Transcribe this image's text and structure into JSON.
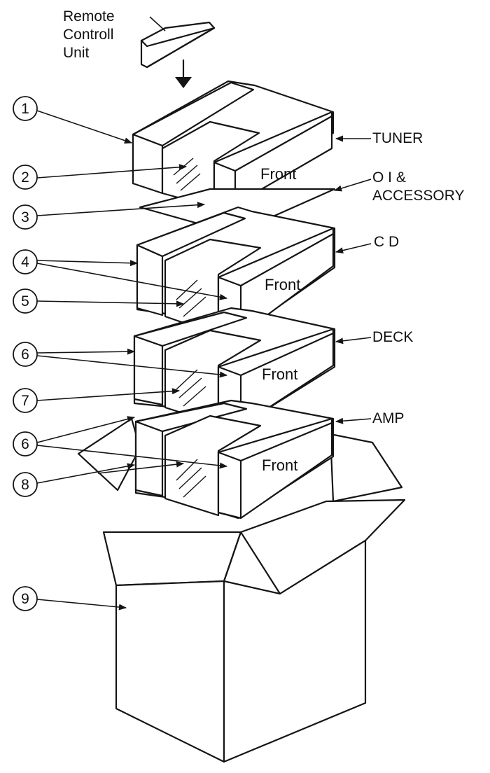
{
  "parts": {
    "remote": {
      "line1": "Remote",
      "line2": "Controll",
      "line3": "Unit"
    },
    "tuner": "TUNER",
    "oi_line1": "O I &",
    "oi_line2": "ACCESSORY",
    "cd": "C D",
    "deck": "DECK",
    "amp": "AMP"
  },
  "box_front_label": "Front",
  "callouts": [
    "1",
    "2",
    "3",
    "4",
    "5",
    "6",
    "7",
    "6",
    "8",
    "9"
  ],
  "colors": {
    "ink": "#151515",
    "paper": "#ffffff"
  }
}
